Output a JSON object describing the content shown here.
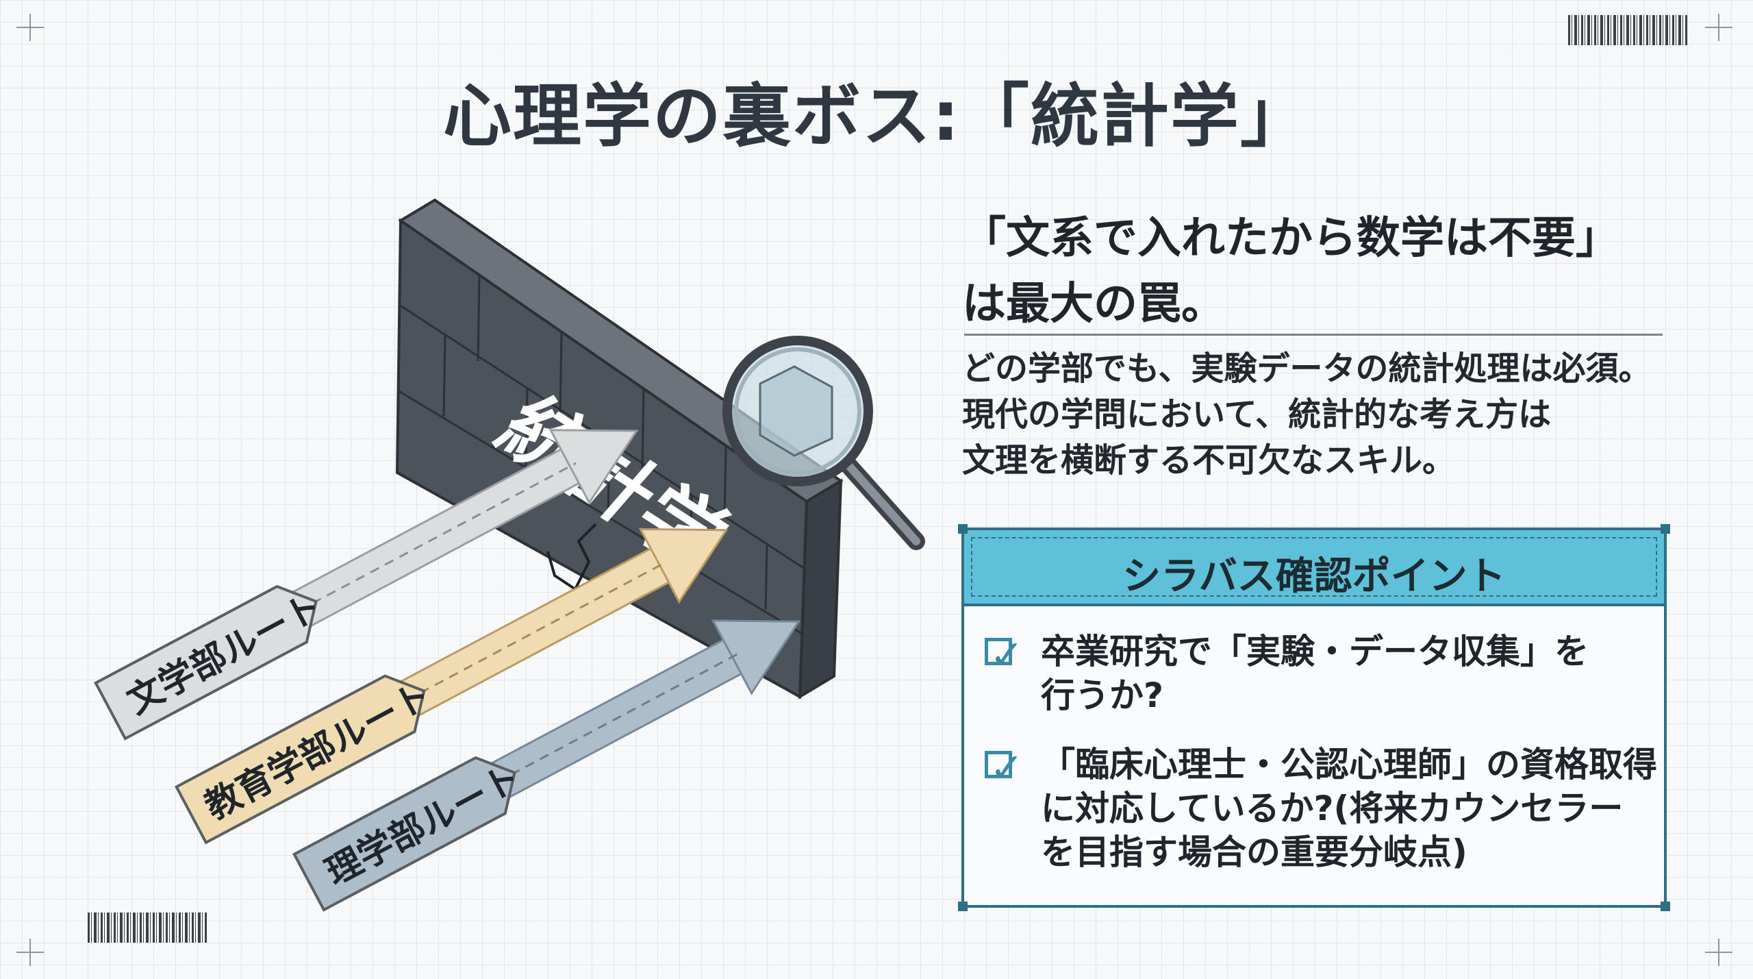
{
  "title": "心理学の裏ボス:「統計学」",
  "illustration": {
    "wall_label": "統計学",
    "routes": [
      {
        "label": "文学部ルート",
        "color": "#dcdddf"
      },
      {
        "label": "教育学部ルート",
        "color": "#f0dcb2"
      },
      {
        "label": "理学部ルート",
        "color": "#aebdca"
      }
    ]
  },
  "lead": {
    "line1": "「文系で入れたから数学は不要」",
    "line2": "は最大の罠。"
  },
  "body": {
    "line1": "どの学部でも、実験データの統計処理は必須。",
    "line2": "現代の学問において、統計的な考え方は",
    "line3": "文理を横断する不可欠なスキル。"
  },
  "panel": {
    "title": "シラバス確認ポイント",
    "items": [
      {
        "lines": [
          "卒業研究で「実験・データ収集」を",
          "行うか?"
        ]
      },
      {
        "lines": [
          "「臨床心理士・公認心理師」の資格取得",
          "に対応しているか?(将来カウンセラー",
          "を目指す場合の重要分岐点)"
        ]
      }
    ]
  },
  "colors": {
    "accent": "#5fc0d9",
    "panel_border": "#2e6f86",
    "wall": "#4a5057"
  }
}
